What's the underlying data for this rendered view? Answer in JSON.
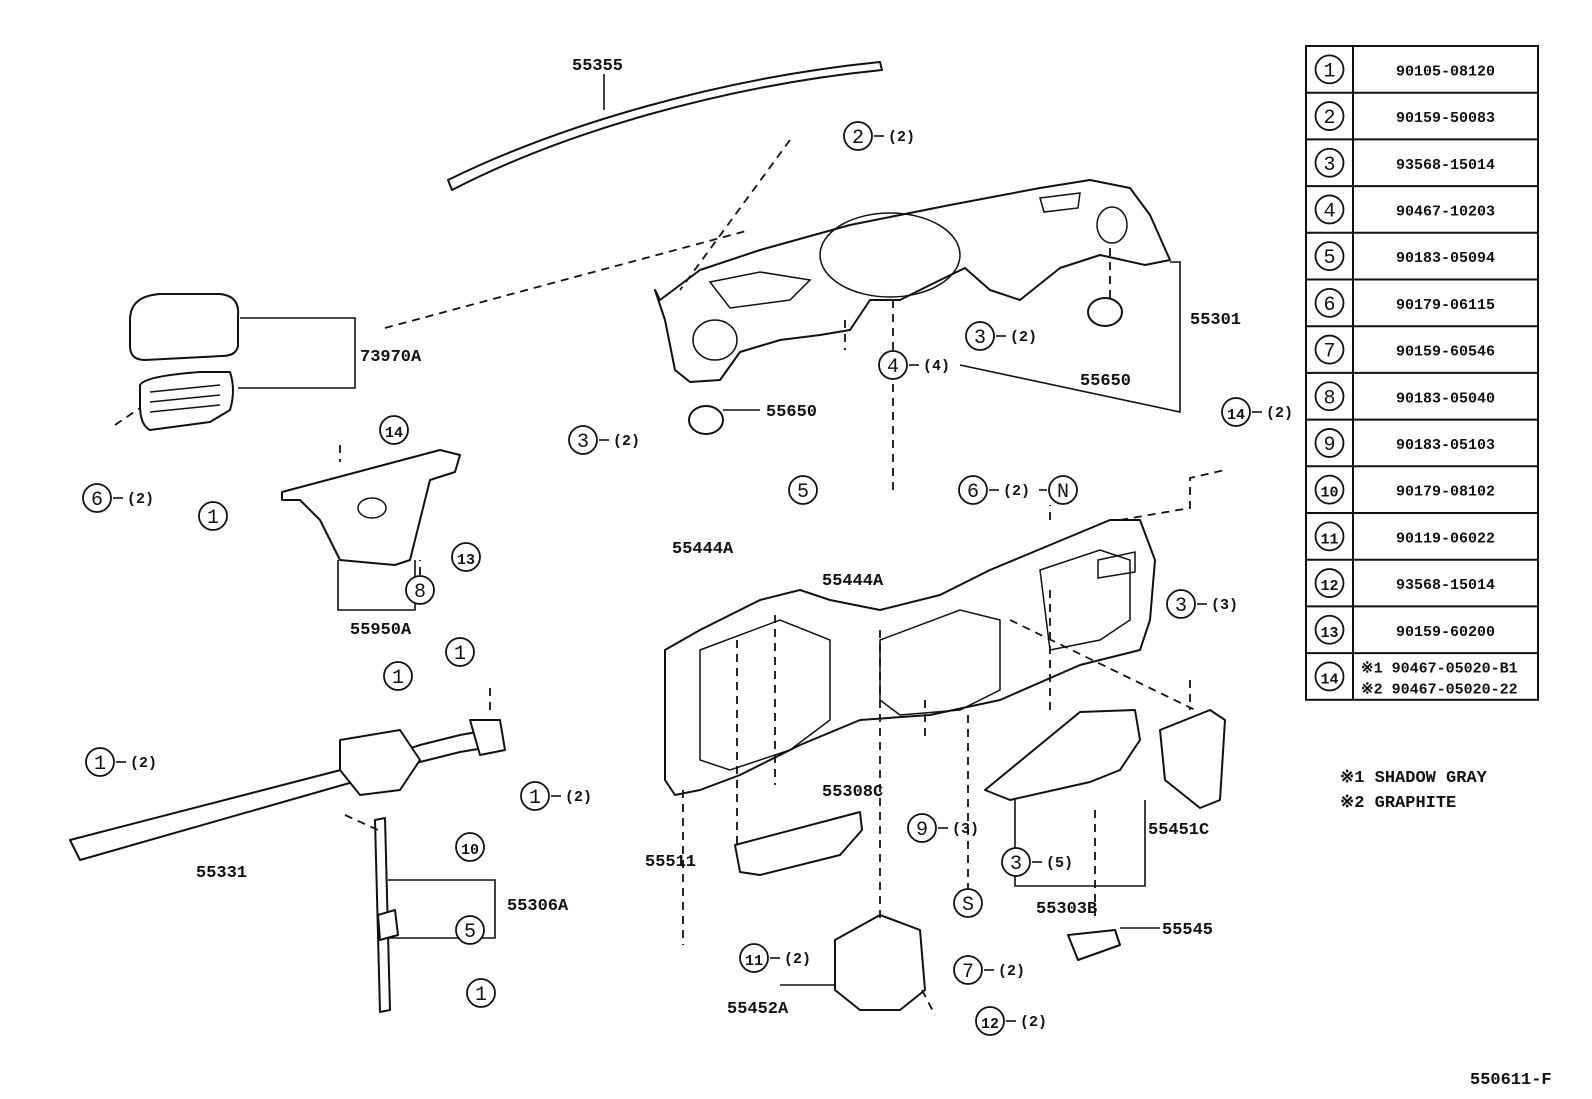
{
  "parts_table": [
    {
      "num": "1",
      "part": "90105-08120"
    },
    {
      "num": "2",
      "part": "90159-50083"
    },
    {
      "num": "3",
      "part": "93568-15014"
    },
    {
      "num": "4",
      "part": "90467-10203"
    },
    {
      "num": "5",
      "part": "90183-05094"
    },
    {
      "num": "6",
      "part": "90179-06115"
    },
    {
      "num": "7",
      "part": "90159-60546"
    },
    {
      "num": "8",
      "part": "90183-05040"
    },
    {
      "num": "9",
      "part": "90183-05103"
    },
    {
      "num": "10",
      "part": "90179-08102"
    },
    {
      "num": "11",
      "part": "90119-06022"
    },
    {
      "num": "12",
      "part": "93568-15014"
    },
    {
      "num": "13",
      "part": "90159-60200"
    },
    {
      "num": "14",
      "part": "※1 90467-05020-B1",
      "part2": "※2 90467-05020-22"
    }
  ],
  "notes": [
    "※1  SHADOW GRAY",
    "※2  GRAPHITE"
  ],
  "figure_code": "550611-F",
  "part_labels": {
    "p55355": "55355",
    "p73970A": "73970A",
    "p55950A": "55950A",
    "p55331": "55331",
    "p55306A": "55306A",
    "p55650a": "55650",
    "p55650b": "55650",
    "p55301": "55301",
    "p55444A_a": "55444A",
    "p55444A_b": "55444A",
    "p55308C": "55308C",
    "p55511": "55511",
    "p55452A": "55452A",
    "p55303B": "55303B",
    "p55451C": "55451C",
    "p55545": "55545"
  },
  "callouts": {
    "c_2_top": {
      "num": "2",
      "qty": "(2)"
    },
    "c_3_left": {
      "num": "3",
      "qty": "(2)"
    },
    "c_3_right": {
      "num": "3",
      "qty": "(2)"
    },
    "c_4": {
      "num": "4",
      "qty": "(4)"
    },
    "c_5_top": {
      "num": "5",
      "qty": ""
    },
    "c_6_left": {
      "num": "6",
      "qty": "(2)"
    },
    "c_6_mid": {
      "num": "6",
      "qty": "(2)",
      "extra": "N"
    },
    "c_14_mid": {
      "num": "14",
      "qty": ""
    },
    "c_14_right": {
      "num": "14",
      "qty": "(2)"
    },
    "c_1_a": {
      "num": "1",
      "qty": ""
    },
    "c_1_b": {
      "num": "1",
      "qty": ""
    },
    "c_1_c": {
      "num": "1",
      "qty": ""
    },
    "c_1_d": {
      "num": "1",
      "qty": "(2)"
    },
    "c_1_e": {
      "num": "1",
      "qty": "(2)"
    },
    "c_1_f": {
      "num": "1",
      "qty": ""
    },
    "c_8": {
      "num": "8",
      "qty": ""
    },
    "c_13": {
      "num": "13",
      "qty": ""
    },
    "c_10": {
      "num": "10",
      "qty": ""
    },
    "c_5_bot": {
      "num": "5",
      "qty": ""
    },
    "c_9": {
      "num": "9",
      "qty": "(3)"
    },
    "c_3_mid": {
      "num": "3",
      "qty": "(5)"
    },
    "c_3_far": {
      "num": "3",
      "qty": "(3)"
    },
    "c_s": {
      "num": "S",
      "qty": ""
    },
    "c_7": {
      "num": "7",
      "qty": "(2)"
    },
    "c_11": {
      "num": "11",
      "qty": "(2)"
    },
    "c_12": {
      "num": "12",
      "qty": "(2)"
    }
  }
}
